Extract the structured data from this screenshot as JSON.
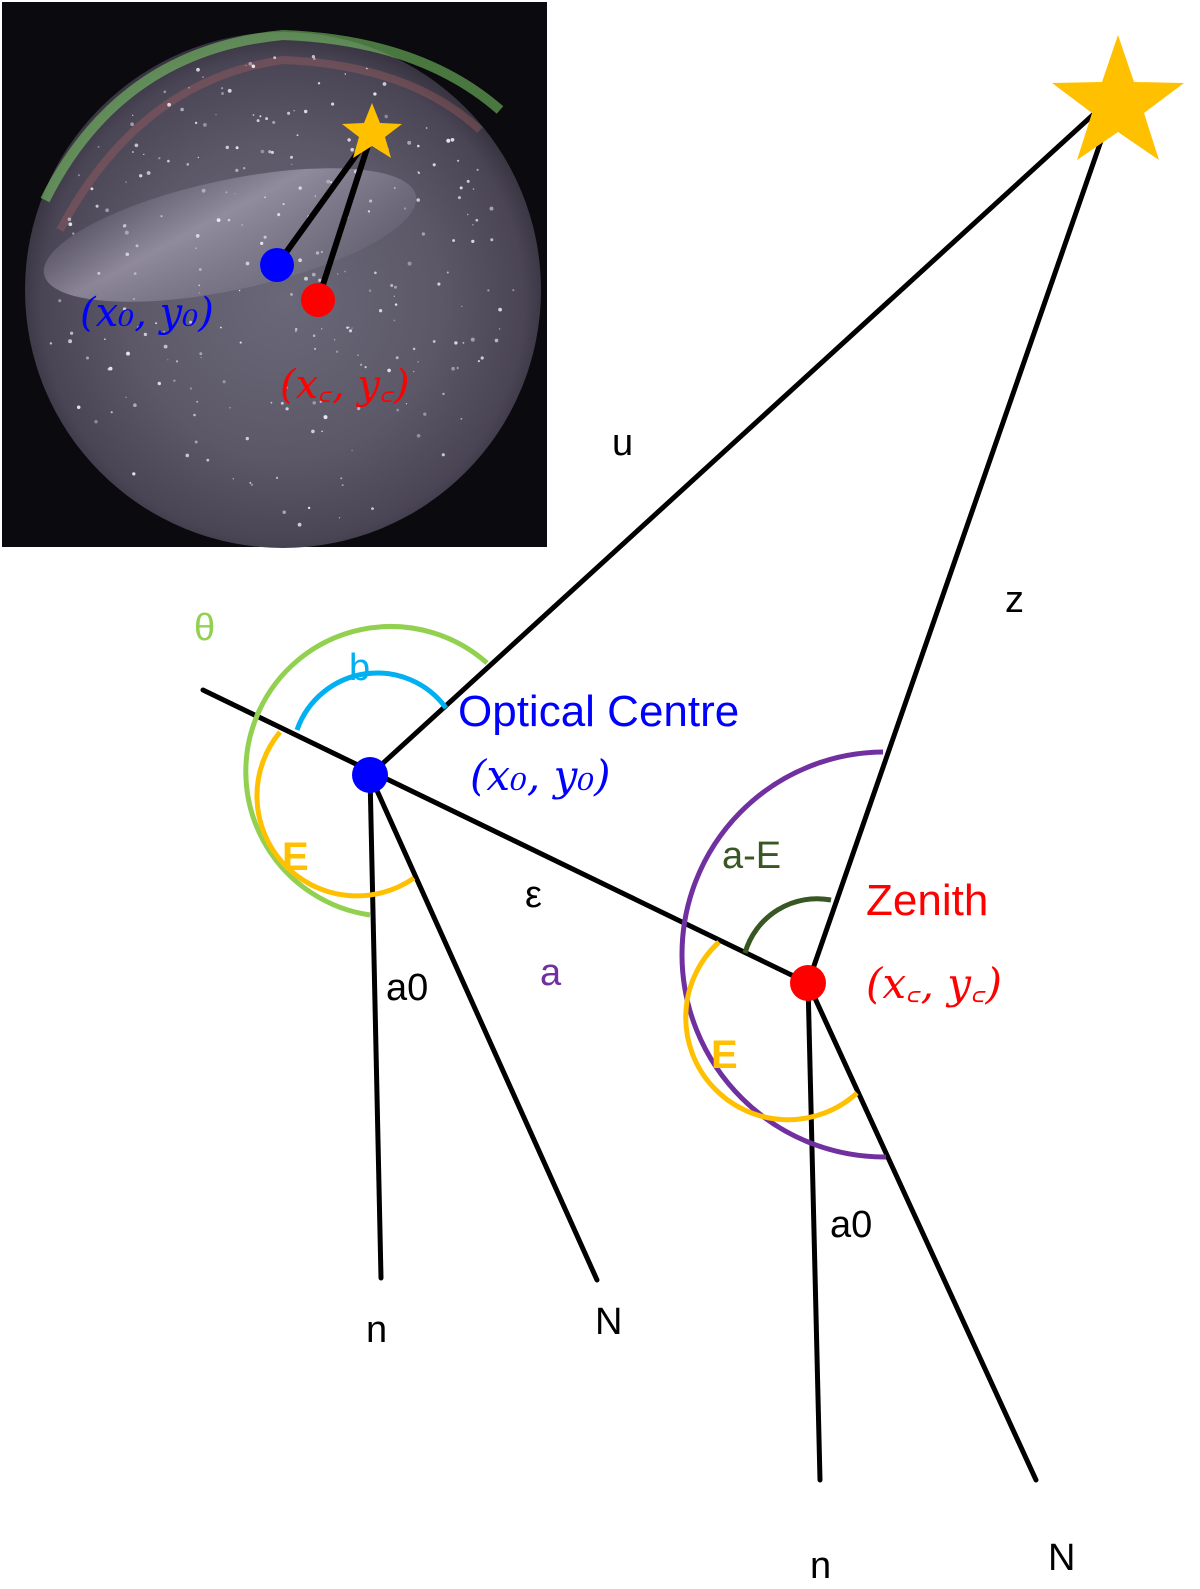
{
  "colors": {
    "line": "#000000",
    "star": "#FFC000",
    "optical_centre": "#0000FF",
    "zenith": "#FF0000",
    "theta": "#92D050",
    "b": "#00B0F0",
    "E": "#FFC000",
    "a": "#7030A0",
    "a_minus_E": "#385723",
    "inset_bg": "#0b0a0f"
  },
  "inset": {
    "optical_centre_coord": "(x₀, y₀)",
    "zenith_coord": "(x꜀, y꜀)",
    "star_icon": "star-icon"
  },
  "labels": {
    "u": "u",
    "z": "z",
    "theta": "θ",
    "b": "b",
    "optical_centre_title": "Optical Centre",
    "optical_centre_coord": "(x₀, y₀)",
    "E_left": "E",
    "epsilon": "ε",
    "a_minus_E": "a-E",
    "zenith_title": "Zenith",
    "zenith_coord": "(x꜀, y꜀)",
    "a": "a",
    "E_right": "E",
    "a0_left": "a0",
    "a0_right": "a0",
    "n_left": "n",
    "N_left": "N",
    "n_right": "n",
    "N_right": "N"
  }
}
